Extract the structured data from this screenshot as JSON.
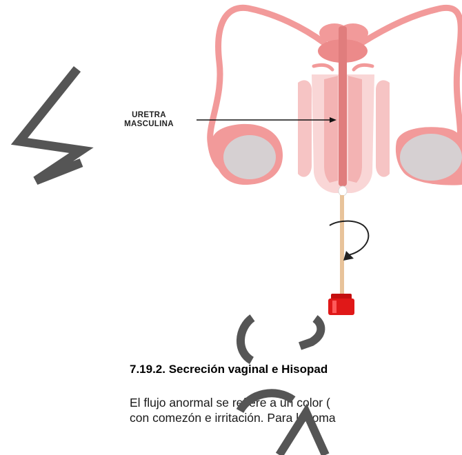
{
  "figure": {
    "label_line1": "URETRA",
    "label_line2": "MASCULINA"
  },
  "section": {
    "heading": "7.19.2.  Secreción vaginal e Hisopad",
    "paragraph_line1": "El flujo anormal se refiere a un color (",
    "paragraph_line2": "con comezón e irritación. Para la toma"
  },
  "colors": {
    "anatomy_pink": "#f29a9a",
    "anatomy_light": "#f6c4c4",
    "testis_gray": "#d6d0d2",
    "swab_stick": "#e8c39a",
    "cap_red": "#e01818",
    "annotation_gray": "#555555"
  }
}
